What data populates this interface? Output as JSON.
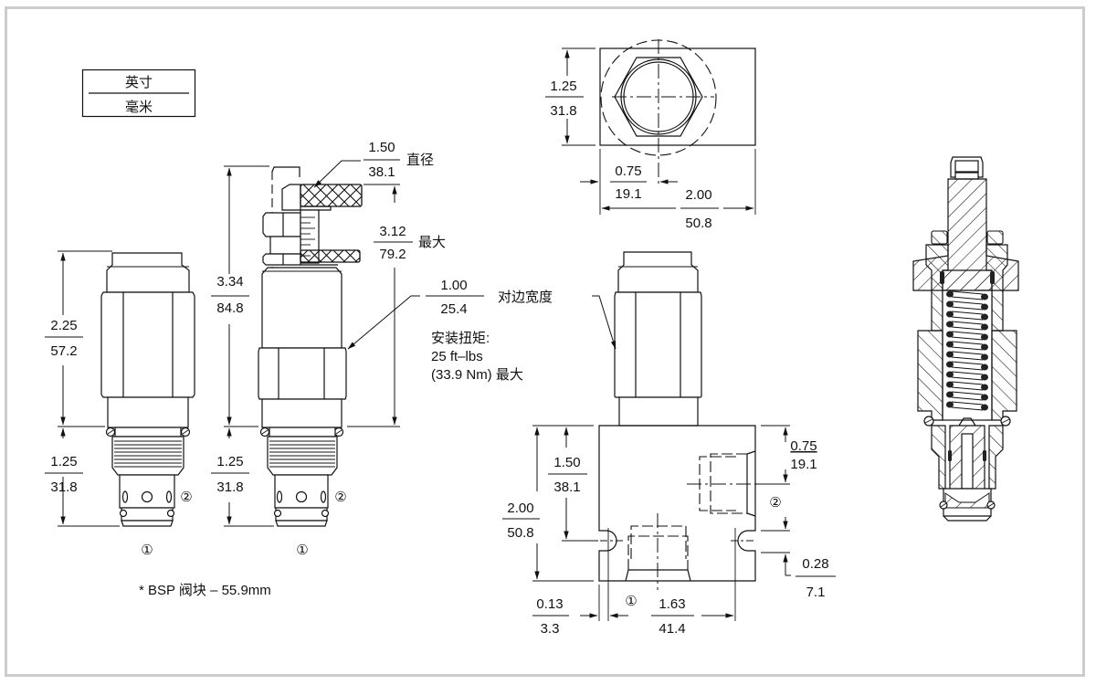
{
  "frame": {
    "border_color": "#cccccc",
    "line_color": "#111111"
  },
  "units_legend": {
    "top": "英寸",
    "bottom": "毫米"
  },
  "views": {
    "side_view": {
      "height_body": {
        "in": "2.25",
        "mm": "57.2"
      },
      "height_insert": {
        "in": "1.25",
        "mm": "31.8"
      },
      "port_inlet": "①",
      "port_outlet": "②"
    },
    "adjust_view": {
      "overall_height": {
        "in": "3.34",
        "mm": "84.8"
      },
      "insert_height": {
        "in": "1.25",
        "mm": "31.8"
      },
      "knob_diameter": {
        "in": "1.50",
        "mm": "38.1",
        "label": "直径"
      },
      "adjust_travel": {
        "in": "3.12",
        "mm": "79.2",
        "label": "最大"
      },
      "hex_size": {
        "in": "1.00",
        "mm": "25.4",
        "label": "对边宽度"
      },
      "torque": {
        "title": "安装扭矩:",
        "value_imperial": "25 ft–lbs",
        "value_metric": "(33.9 Nm) 最大"
      },
      "port_inlet": "①",
      "port_outlet": "②"
    },
    "top_view": {
      "height": {
        "in": "1.25",
        "mm": "31.8"
      },
      "offset": {
        "in": "0.75",
        "mm": "19.1"
      },
      "width": {
        "in": "2.00",
        "mm": "50.8"
      }
    },
    "body_view": {
      "height": {
        "in": "2.00",
        "mm": "50.8"
      },
      "mount_hole_height": {
        "in": "1.50",
        "mm": "38.1"
      },
      "port2_offset": {
        "in": "0.75",
        "mm": "19.1"
      },
      "hole_slot": {
        "in": "0.28",
        "mm": "7.1"
      },
      "edge_offset": {
        "in": "0.13",
        "mm": "3.3"
      },
      "hole_spacing": {
        "in": "1.63",
        "mm": "41.4"
      },
      "port_inlet": "①",
      "port_outlet": "②"
    }
  },
  "footnote": "* BSP 阀块 – 55.9mm"
}
